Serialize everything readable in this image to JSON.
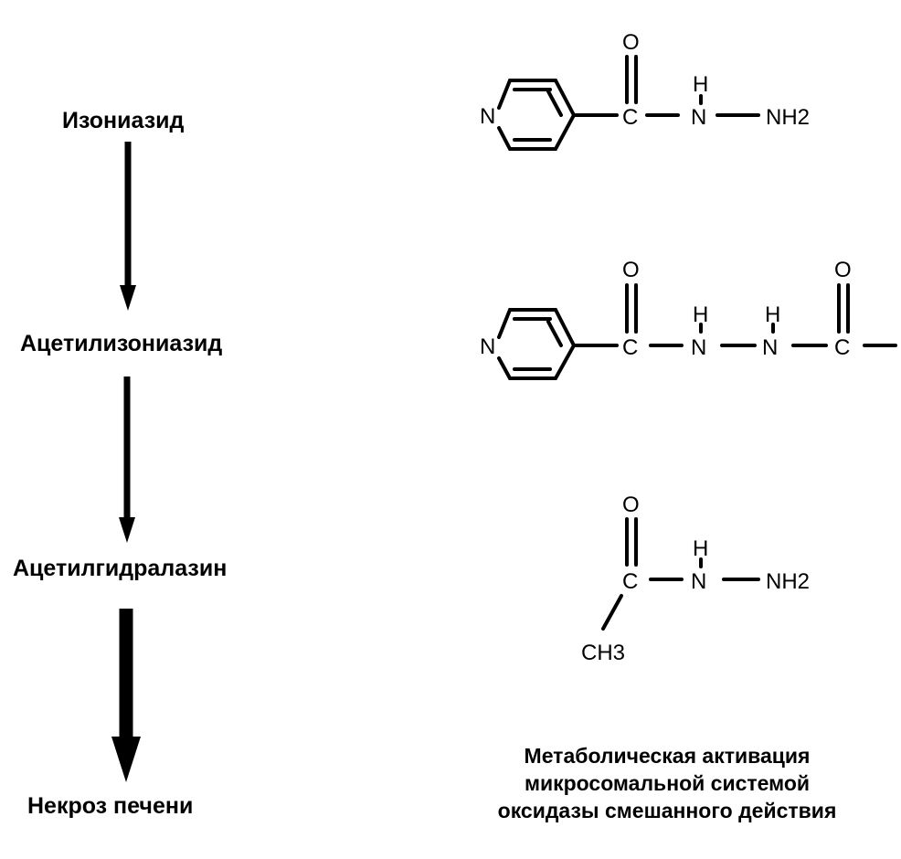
{
  "pathway": {
    "step1": "Изониазид",
    "step2": "Ацетилизониазид",
    "step3": "Ацетилгидралазин",
    "step4": "Некроз печени"
  },
  "structures": {
    "isoniazid": {
      "ring_n": "N",
      "o": "O",
      "c": "C",
      "h": "H",
      "n": "N",
      "nh2": "NH2"
    },
    "acetylisoniazid": {
      "ring_n": "N",
      "o1": "O",
      "c1": "C",
      "h1": "H",
      "n1": "N",
      "h2": "H",
      "n2": "N",
      "o2": "O",
      "c2": "C"
    },
    "acetylhydrazine": {
      "o": "O",
      "c": "C",
      "h": "H",
      "n": "N",
      "nh2": "NH2",
      "ch3": "CH3"
    }
  },
  "caption": {
    "line1": "Метаболическая активация",
    "line2": "микросомальной системой",
    "line3": "оксидазы смешанного действия"
  }
}
